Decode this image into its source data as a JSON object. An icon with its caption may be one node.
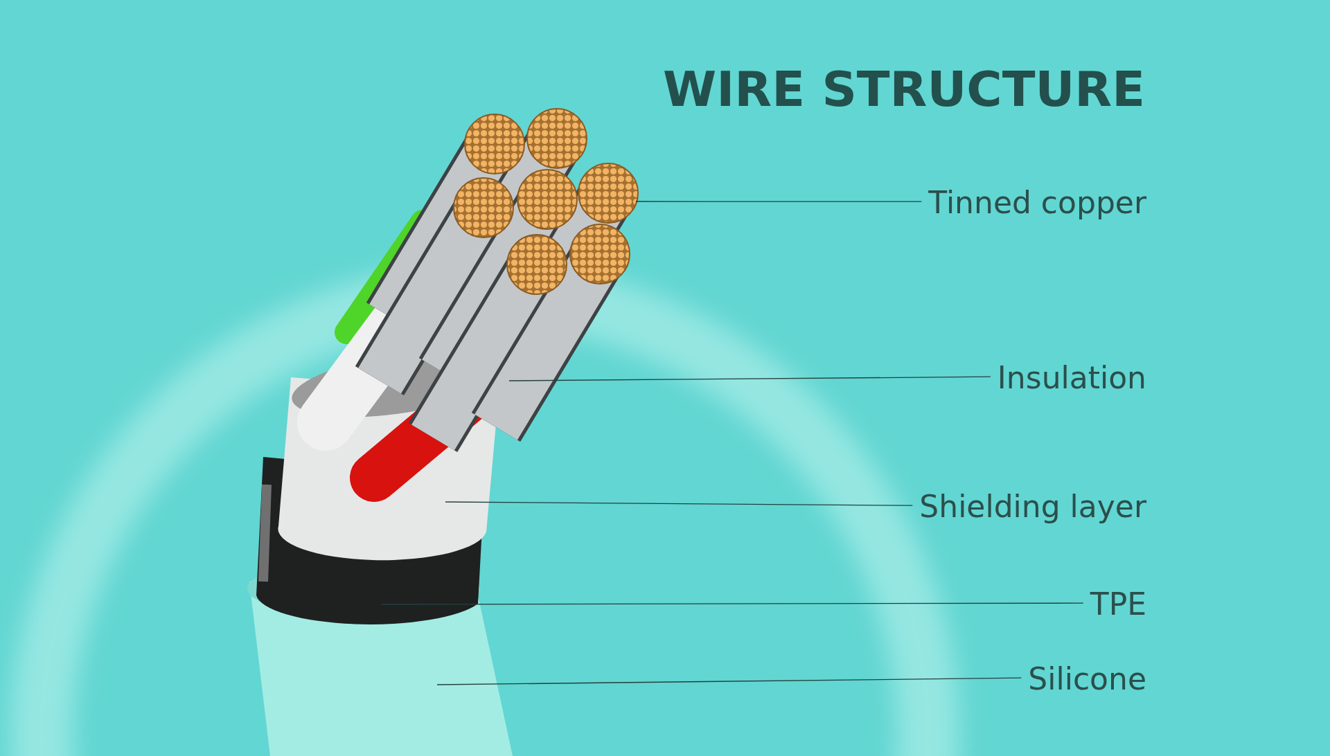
{
  "diagram": {
    "title": "WIRE STRUCTURE",
    "nodes": [
      {
        "text": [
          "Tinned copper"
        ]
      },
      {
        "text": [
          "Insulation"
        ]
      },
      {
        "text": [
          "Shielding layer"
        ]
      },
      {
        "text": [
          "TPE"
        ]
      },
      {
        "text": [
          "Silicone"
        ]
      }
    ],
    "edges": [
      {
        "from": 0,
        "to": null,
        "arrow": "none"
      },
      {
        "from": 1,
        "to": null,
        "arrow": "none"
      },
      {
        "from": 2,
        "to": null,
        "arrow": "none"
      },
      {
        "from": 3,
        "to": null,
        "arrow": "none"
      },
      {
        "from": 4,
        "to": null,
        "arrow": "none"
      }
    ]
  }
}
